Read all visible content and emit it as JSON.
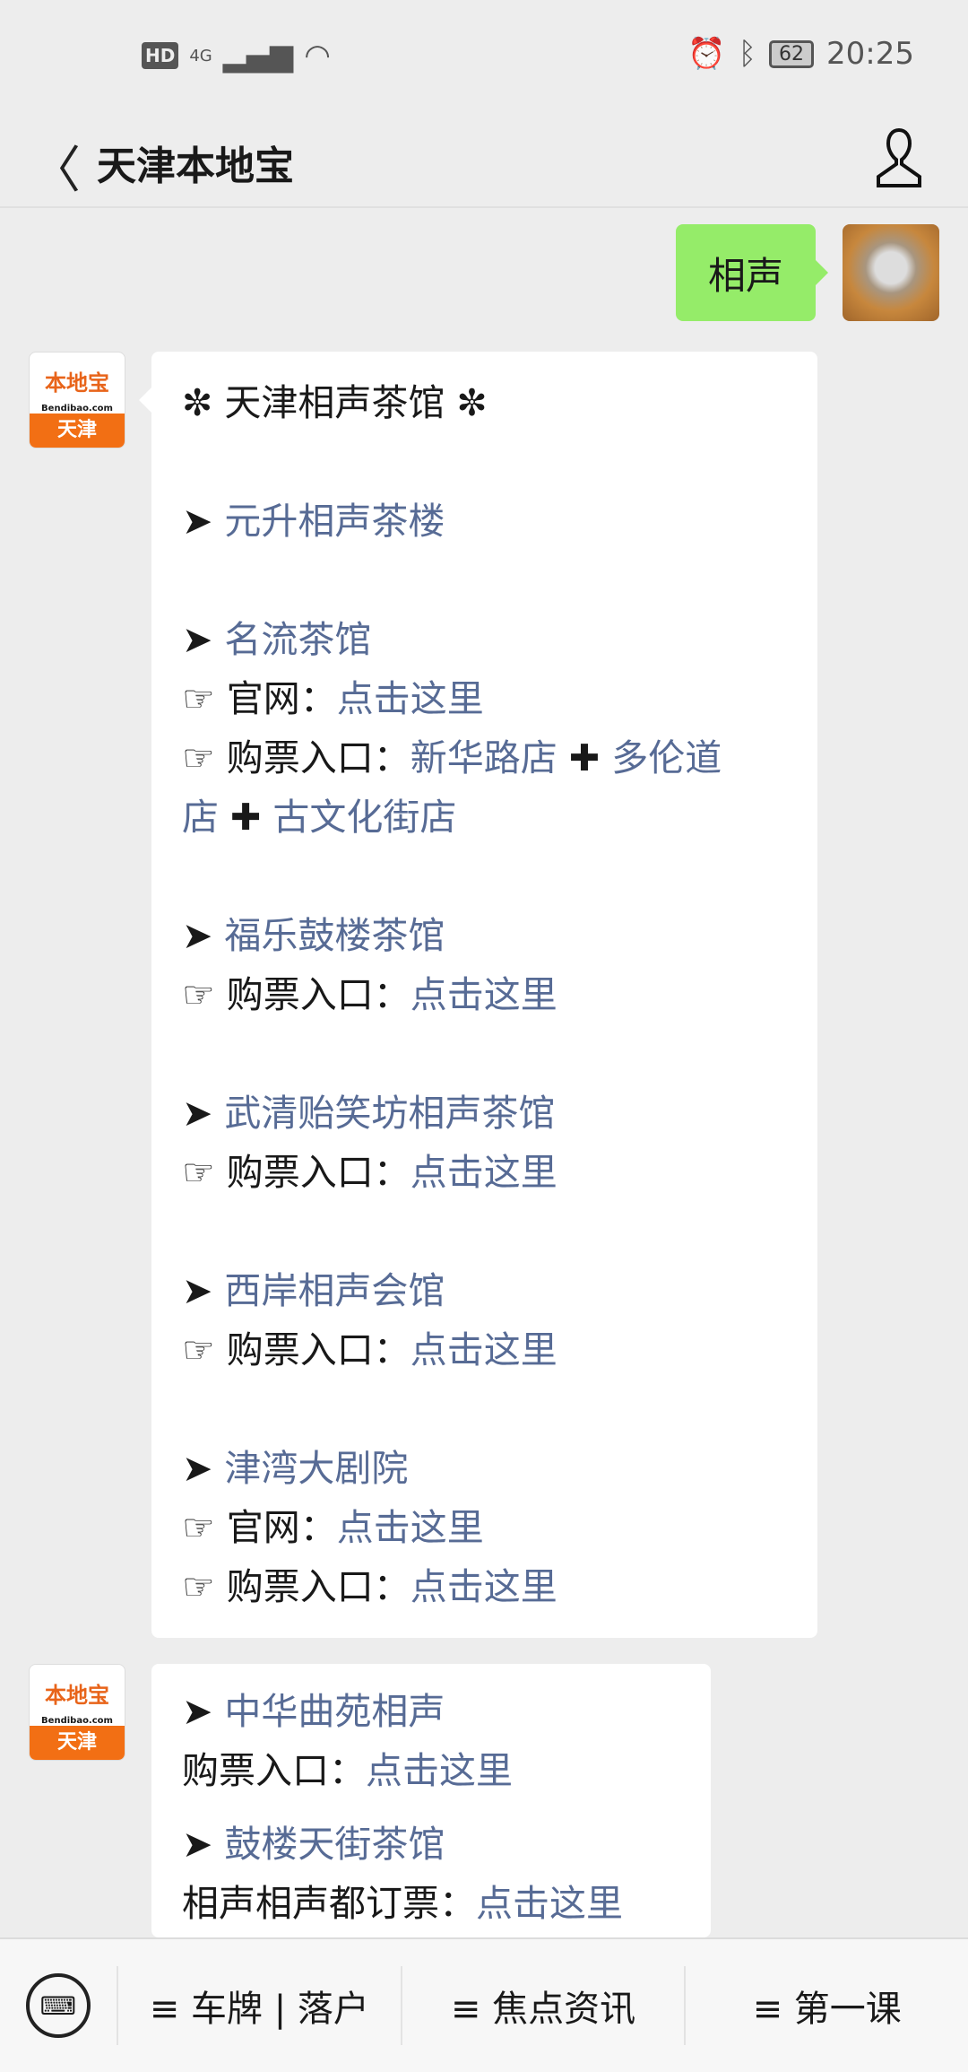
{
  "status": {
    "hd": "HD",
    "net": "4G",
    "battery": "62",
    "time": "20:25"
  },
  "header": {
    "title": "天津本地宝",
    "back": "〈"
  },
  "user_message": {
    "text": "相声"
  },
  "bot": {
    "logo_top": "本地宝",
    "logo_mid": "Bendibao.com",
    "logo_bottom": "天津"
  },
  "message1": [
    [
      {
        "t": "✼ 天津相声茶馆 ✼"
      }
    ],
    [],
    [
      {
        "t": "➤ "
      },
      {
        "t": "元升相声茶楼",
        "link": true
      }
    ],
    [],
    [
      {
        "t": "➤ "
      },
      {
        "t": "名流茶馆",
        "link": true
      }
    ],
    [
      {
        "t": "☞ 官网："
      },
      {
        "t": "点击这里",
        "link": true
      }
    ],
    [
      {
        "t": "☞ 购票入口："
      },
      {
        "t": "新华路店",
        "link": true
      },
      {
        "t": " ✚ "
      },
      {
        "t": "多伦道",
        "link": true
      }
    ],
    [
      {
        "t": "店",
        "link": true
      },
      {
        "t": " ✚ "
      },
      {
        "t": "古文化街店",
        "link": true
      }
    ],
    [],
    [
      {
        "t": "➤ "
      },
      {
        "t": "福乐鼓楼茶馆",
        "link": true
      }
    ],
    [
      {
        "t": "☞ 购票入口："
      },
      {
        "t": "点击这里",
        "link": true
      }
    ],
    [],
    [
      {
        "t": "➤ "
      },
      {
        "t": "武清贻笑坊相声茶馆",
        "link": true
      }
    ],
    [
      {
        "t": "☞ 购票入口："
      },
      {
        "t": "点击这里",
        "link": true
      }
    ],
    [],
    [
      {
        "t": "➤ "
      },
      {
        "t": "西岸相声会馆",
        "link": true
      }
    ],
    [
      {
        "t": "☞ 购票入口："
      },
      {
        "t": "点击这里",
        "link": true
      }
    ],
    [],
    [
      {
        "t": "➤ "
      },
      {
        "t": "津湾大剧院",
        "link": true
      }
    ],
    [
      {
        "t": "☞ 官网："
      },
      {
        "t": "点击这里",
        "link": true
      }
    ],
    [
      {
        "t": "☞ 购票入口："
      },
      {
        "t": "点击这里",
        "link": true
      }
    ]
  ],
  "message2": [
    [
      {
        "t": "➤ "
      },
      {
        "t": "中华曲苑相声",
        "link": true
      }
    ],
    [
      {
        "t": "购票入口："
      },
      {
        "t": "点击这里",
        "link": true
      }
    ],
    [],
    [
      {
        "t": "➤ "
      },
      {
        "t": "鼓楼天街茶馆",
        "link": true
      }
    ],
    [
      {
        "t": "相声相声都订票："
      },
      {
        "t": "点击这里",
        "link": true
      }
    ]
  ],
  "bottom_menu": [
    "≡ 车牌 | 落户",
    "≡ 焦点资讯",
    "≡ 第一课"
  ],
  "colors": {
    "link": "#576b95",
    "user_bubble": "#95ec69",
    "brand": "#f26f14"
  }
}
